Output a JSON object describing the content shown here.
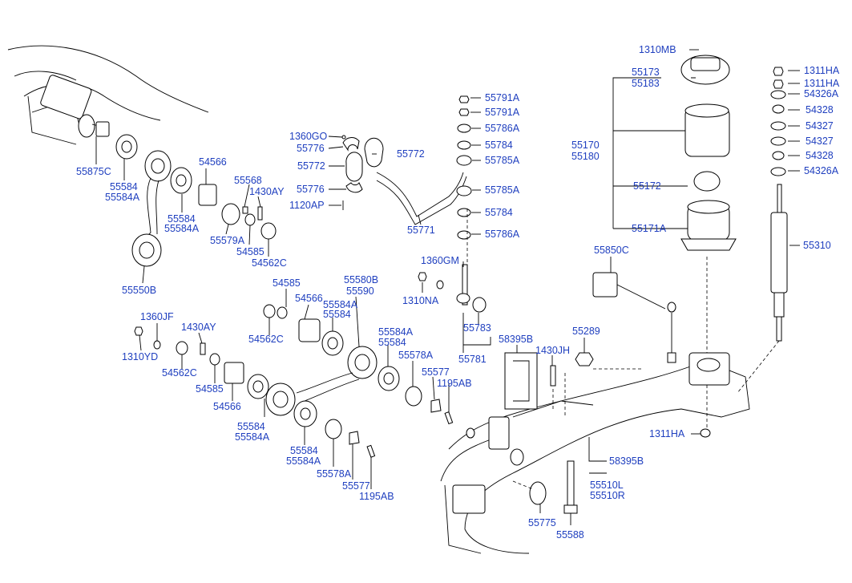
{
  "diagram": {
    "background": "#ffffff",
    "label_color": "#1f3fbf",
    "line_color": "#000000",
    "labels": [
      {
        "id": "55875C",
        "text": "55875C"
      },
      {
        "id": "55584_a",
        "text": "55584"
      },
      {
        "id": "55584A_a",
        "text": "55584A"
      },
      {
        "id": "54566_a",
        "text": "54566"
      },
      {
        "id": "55584_b",
        "text": "55584"
      },
      {
        "id": "55584A_b",
        "text": "55584A"
      },
      {
        "id": "55579A",
        "text": "55579A"
      },
      {
        "id": "55568",
        "text": "55568"
      },
      {
        "id": "1430AY_a",
        "text": "1430AY"
      },
      {
        "id": "54585_a",
        "text": "54585"
      },
      {
        "id": "54562C_a",
        "text": "54562C"
      },
      {
        "id": "55550B",
        "text": "55550B"
      },
      {
        "id": "1360GO",
        "text": "1360GO"
      },
      {
        "id": "55776_a",
        "text": "55776"
      },
      {
        "id": "55772_a",
        "text": "55772"
      },
      {
        "id": "55772_b",
        "text": "55772"
      },
      {
        "id": "55776_b",
        "text": "55776"
      },
      {
        "id": "1120AP",
        "text": "1120AP"
      },
      {
        "id": "55771",
        "text": "55771"
      },
      {
        "id": "55791A_a",
        "text": "55791A"
      },
      {
        "id": "55791A_b",
        "text": "55791A"
      },
      {
        "id": "55786A_a",
        "text": "55786A"
      },
      {
        "id": "55784_a",
        "text": "55784"
      },
      {
        "id": "55785A_a",
        "text": "55785A"
      },
      {
        "id": "55785A_b",
        "text": "55785A"
      },
      {
        "id": "55784_b",
        "text": "55784"
      },
      {
        "id": "55786A_b",
        "text": "55786A"
      },
      {
        "id": "1360GM",
        "text": "1360GM"
      },
      {
        "id": "1310NA",
        "text": "1310NA"
      },
      {
        "id": "55783",
        "text": "55783"
      },
      {
        "id": "55781",
        "text": "55781"
      },
      {
        "id": "1310MB",
        "text": "1310MB"
      },
      {
        "id": "55173",
        "text": "55173"
      },
      {
        "id": "55183",
        "text": "55183"
      },
      {
        "id": "55170",
        "text": "55170"
      },
      {
        "id": "55180",
        "text": "55180"
      },
      {
        "id": "55172",
        "text": "55172"
      },
      {
        "id": "55171A",
        "text": "55171A"
      },
      {
        "id": "1311HA_a",
        "text": "1311HA"
      },
      {
        "id": "1311HA_b",
        "text": "1311HA"
      },
      {
        "id": "54326A_a",
        "text": "54326A"
      },
      {
        "id": "54328_a",
        "text": "54328"
      },
      {
        "id": "54327_a",
        "text": "54327"
      },
      {
        "id": "54327_b",
        "text": "54327"
      },
      {
        "id": "54328_b",
        "text": "54328"
      },
      {
        "id": "54326A_b",
        "text": "54326A"
      },
      {
        "id": "55310",
        "text": "55310"
      },
      {
        "id": "55850C",
        "text": "55850C"
      },
      {
        "id": "54585_b",
        "text": "54585"
      },
      {
        "id": "54566_b",
        "text": "54566"
      },
      {
        "id": "55580B",
        "text": "55580B"
      },
      {
        "id": "55590",
        "text": "55590"
      },
      {
        "id": "55584A_c",
        "text": "55584A"
      },
      {
        "id": "55584_c",
        "text": "55584"
      },
      {
        "id": "54562C_b",
        "text": "54562C"
      },
      {
        "id": "1360JF",
        "text": "1360JF"
      },
      {
        "id": "1430AY_b",
        "text": "1430AY"
      },
      {
        "id": "1310YD",
        "text": "1310YD"
      },
      {
        "id": "54562C_c",
        "text": "54562C"
      },
      {
        "id": "54585_c",
        "text": "54585"
      },
      {
        "id": "54566_c",
        "text": "54566"
      },
      {
        "id": "55584_d",
        "text": "55584"
      },
      {
        "id": "55584A_d",
        "text": "55584A"
      },
      {
        "id": "55584A_e",
        "text": "55584A"
      },
      {
        "id": "55584_e",
        "text": "55584"
      },
      {
        "id": "55578A_a",
        "text": "55578A"
      },
      {
        "id": "55577_a",
        "text": "55577"
      },
      {
        "id": "1195AB_a",
        "text": "1195AB"
      },
      {
        "id": "55584_f",
        "text": "55584"
      },
      {
        "id": "55584A_f",
        "text": "55584A"
      },
      {
        "id": "55578A_b",
        "text": "55578A"
      },
      {
        "id": "55577_b",
        "text": "55577"
      },
      {
        "id": "1195AB_b",
        "text": "1195AB"
      },
      {
        "id": "58395B_a",
        "text": "58395B"
      },
      {
        "id": "1430JH",
        "text": "1430JH"
      },
      {
        "id": "55289",
        "text": "55289"
      },
      {
        "id": "1311HA_c",
        "text": "1311HA"
      },
      {
        "id": "58395B_b",
        "text": "58395B"
      },
      {
        "id": "55510L",
        "text": "55510L"
      },
      {
        "id": "55510R",
        "text": "55510R"
      },
      {
        "id": "55775",
        "text": "55775"
      },
      {
        "id": "55588",
        "text": "55588"
      }
    ]
  }
}
